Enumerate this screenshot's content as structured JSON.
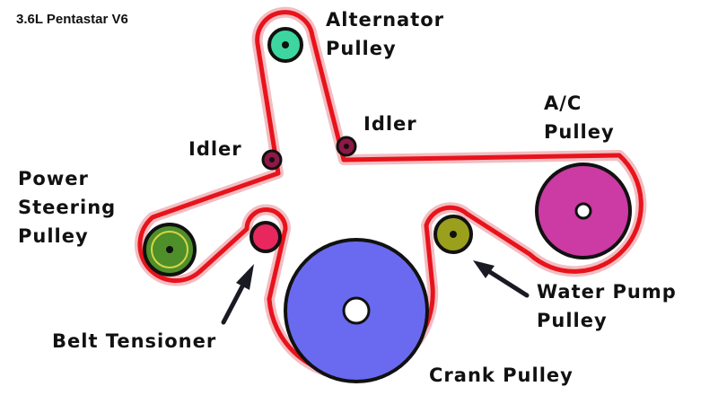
{
  "engine_title": "3.6L Pentastar V6",
  "labels": {
    "alternator": [
      "Alternator",
      "Pulley"
    ],
    "idler_left": "Idler",
    "idler_right": "Idler",
    "ac": [
      "A/C",
      "Pulley"
    ],
    "power_steering": [
      "Power",
      "Steering",
      "Pulley"
    ],
    "belt_tensioner": "Belt Tensioner",
    "water_pump": [
      "Water Pump",
      "Pulley"
    ],
    "crank": "Crank Pulley"
  },
  "colors": {
    "belt": "#e8131b",
    "belt_halo": "#f2bdc2",
    "outline": "#111111",
    "arrow": "#1a1a24",
    "alternator": "#3ed6a0",
    "idler": "#8e1846",
    "ac": "#cc3aa4",
    "power_steering": "#4e8f2a",
    "belt_tensioner": "#e8275f",
    "water_pump": "#9aa01c",
    "crank": "#6a6af0"
  }
}
